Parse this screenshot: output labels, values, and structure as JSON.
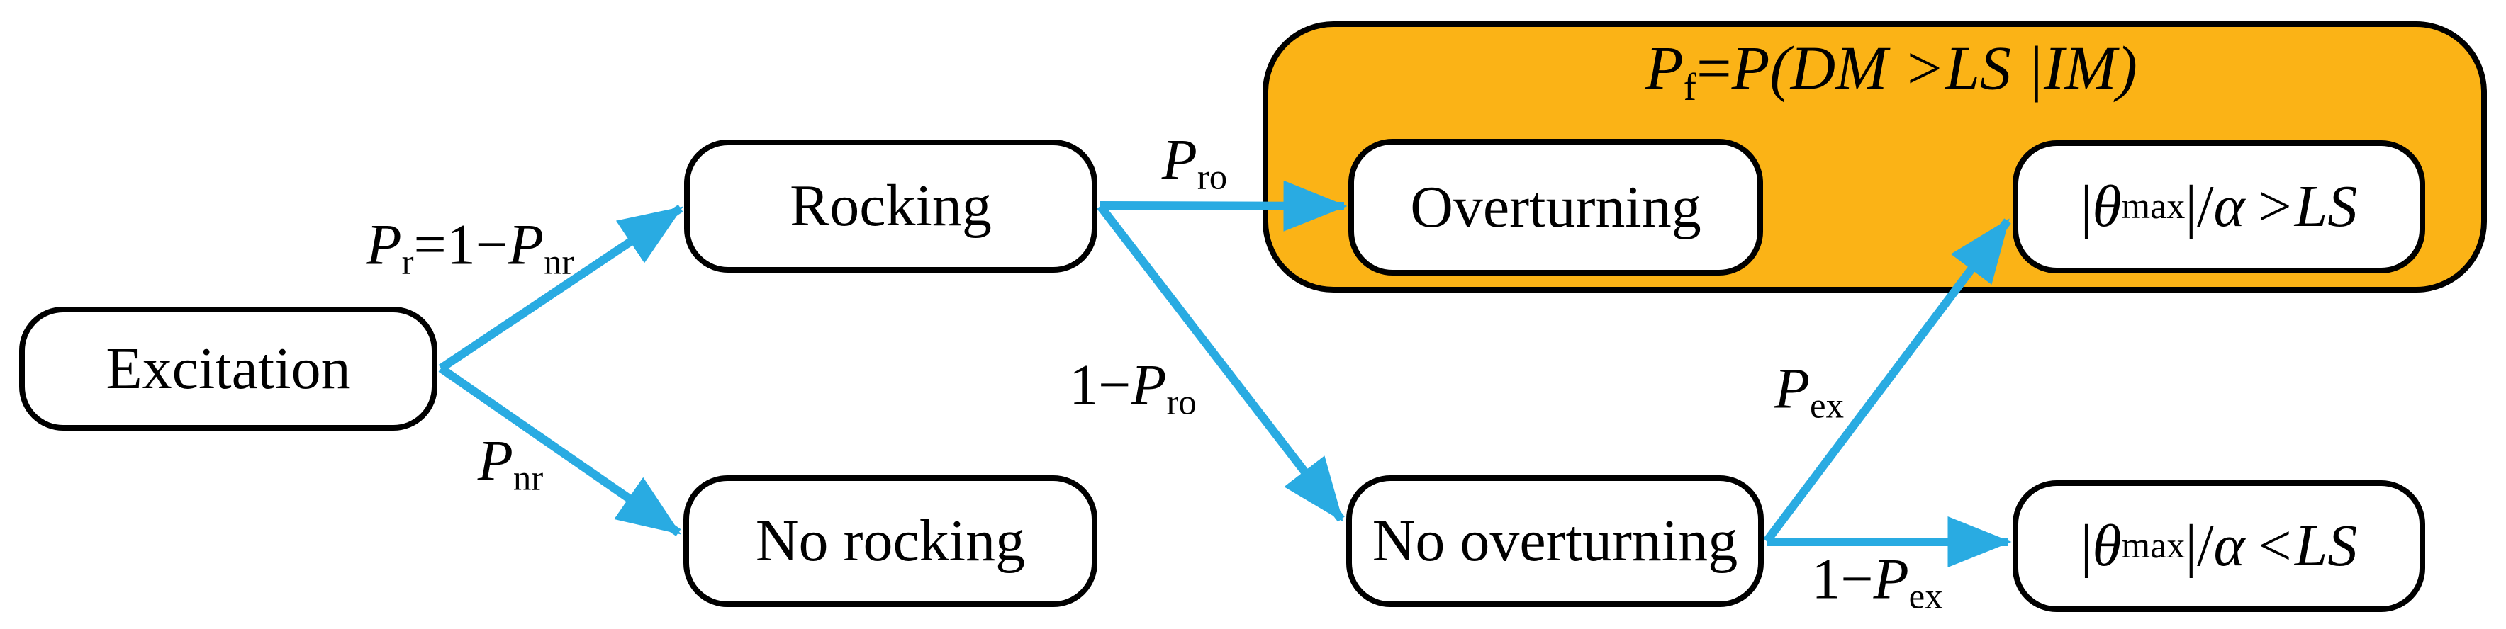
{
  "diagram": {
    "description_title": "Rocking overturning event tree",
    "region": {
      "title_parts": {
        "p": "P",
        "p_sub": "f",
        "eq": "=",
        "rest": "P(DM >LS |IM)"
      }
    },
    "nodes": {
      "excitation": {
        "label": "Excitation"
      },
      "rocking": {
        "label": "Rocking"
      },
      "no_rocking": {
        "label": "No rocking"
      },
      "overturning": {
        "label": "Overturning"
      },
      "no_overturning": {
        "label": "No overturning"
      },
      "exceed": {
        "bar_open": "|",
        "theta": "θ",
        "theta_sub": "max",
        "bar_close": "|/",
        "alpha": "α",
        "op": ">",
        "limit": "LS"
      },
      "not_exceed": {
        "bar_open": "|",
        "theta": "θ",
        "theta_sub": "max",
        "bar_close": "|/",
        "alpha": "α",
        "op": "<",
        "limit": "LS"
      }
    },
    "edges": {
      "p_r": {
        "p": "P",
        "p_sub": "r",
        "mid": "=1−",
        "p2": "P",
        "p2_sub": "nr"
      },
      "p_nr": {
        "p": "P",
        "p_sub": "nr"
      },
      "p_ro": {
        "p": "P",
        "p_sub": "ro"
      },
      "one_minus_p_ro": {
        "pre": "1−",
        "p": "P",
        "p_sub": "ro"
      },
      "p_ex": {
        "p": "P",
        "p_sub": "ex"
      },
      "one_minus_p_ex": {
        "pre": "1−",
        "p": "P",
        "p_sub": "ex"
      }
    }
  },
  "colors": {
    "arrow": "#29ABE2",
    "highlight": "#FBB316",
    "outline": "#000000",
    "node-bg": "#FFFFFF",
    "canvas-bg": "#FFFFFF",
    "text": "#000000"
  }
}
